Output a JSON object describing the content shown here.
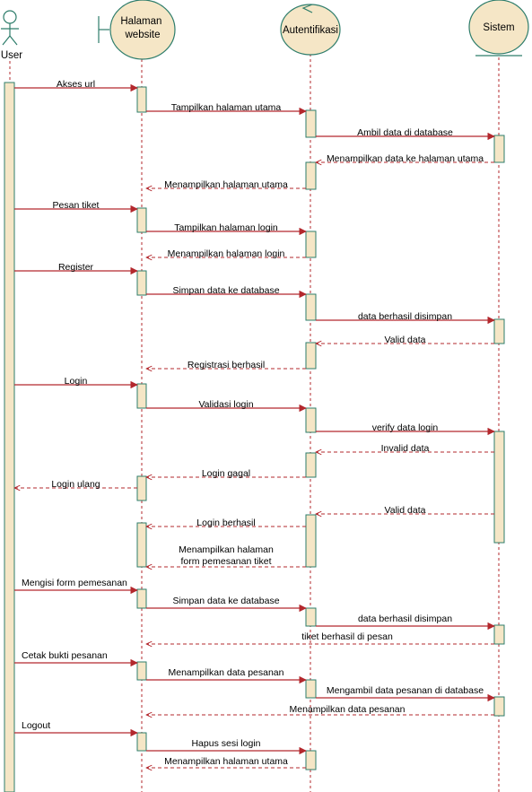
{
  "participants": [
    {
      "id": "user",
      "label": "User",
      "kind": "actor"
    },
    {
      "id": "web",
      "label": "Halaman website",
      "kind": "boundary"
    },
    {
      "id": "auth",
      "label": "Autentifikasi",
      "kind": "control"
    },
    {
      "id": "sys",
      "label": "Sistem",
      "kind": "entity"
    }
  ],
  "messages": [
    {
      "from": "user",
      "to": "web",
      "label": "Akses url",
      "kind": "sync"
    },
    {
      "from": "web",
      "to": "auth",
      "label": "Tampilkan halaman utama",
      "kind": "sync"
    },
    {
      "from": "auth",
      "to": "sys",
      "label": "Ambil data di database",
      "kind": "sync"
    },
    {
      "from": "sys",
      "to": "auth",
      "label": "Menampilkan data ke halaman utama",
      "kind": "return"
    },
    {
      "from": "auth",
      "to": "web",
      "label": "Menampilkan halaman utama",
      "kind": "return"
    },
    {
      "from": "user",
      "to": "web",
      "label": "Pesan tiket",
      "kind": "sync"
    },
    {
      "from": "web",
      "to": "auth",
      "label": "Tampilkan halaman login",
      "kind": "sync"
    },
    {
      "from": "auth",
      "to": "web",
      "label": "Menampilkan halaman login",
      "kind": "return"
    },
    {
      "from": "user",
      "to": "web",
      "label": "Register",
      "kind": "sync"
    },
    {
      "from": "web",
      "to": "auth",
      "label": "Simpan data ke database",
      "kind": "sync"
    },
    {
      "from": "auth",
      "to": "sys",
      "label": "data berhasil disimpan",
      "kind": "sync"
    },
    {
      "from": "sys",
      "to": "auth",
      "label": "Valid data",
      "kind": "return"
    },
    {
      "from": "auth",
      "to": "web",
      "label": "Registrasi berhasil",
      "kind": "return"
    },
    {
      "from": "user",
      "to": "web",
      "label": "Login",
      "kind": "sync"
    },
    {
      "from": "web",
      "to": "auth",
      "label": "Validasi login",
      "kind": "sync"
    },
    {
      "from": "auth",
      "to": "sys",
      "label": "verify data login",
      "kind": "sync"
    },
    {
      "from": "sys",
      "to": "auth",
      "label": "Invalid data",
      "kind": "return"
    },
    {
      "from": "auth",
      "to": "web",
      "label": "Login gagal",
      "kind": "return"
    },
    {
      "from": "web",
      "to": "user",
      "label": "Login ulang",
      "kind": "return"
    },
    {
      "from": "sys",
      "to": "auth",
      "label": "Valid data",
      "kind": "return"
    },
    {
      "from": "auth",
      "to": "web",
      "label": "Login berhasil",
      "kind": "return"
    },
    {
      "from": "auth",
      "to": "web",
      "label": "Menampilkan halaman\nform pemesanan tiket",
      "kind": "return"
    },
    {
      "from": "user",
      "to": "web",
      "label": "Mengisi form pemesanan",
      "kind": "sync"
    },
    {
      "from": "web",
      "to": "auth",
      "label": "Simpan data ke database",
      "kind": "sync"
    },
    {
      "from": "auth",
      "to": "sys",
      "label": "data berhasil disimpan",
      "kind": "sync"
    },
    {
      "from": "sys",
      "to": "web",
      "label": "tiket berhasil di pesan",
      "kind": "return"
    },
    {
      "from": "user",
      "to": "web",
      "label": "Cetak bukti pesanan",
      "kind": "sync"
    },
    {
      "from": "web",
      "to": "auth",
      "label": "Menampilkan data pesanan",
      "kind": "sync"
    },
    {
      "from": "auth",
      "to": "sys",
      "label": "Mengambil data pesanan di database",
      "kind": "sync"
    },
    {
      "from": "sys",
      "to": "web",
      "label": "Menampilkan data pesanan",
      "kind": "return"
    },
    {
      "from": "user",
      "to": "web",
      "label": "Logout",
      "kind": "sync"
    },
    {
      "from": "web",
      "to": "auth",
      "label": "Hapus sesi login",
      "kind": "sync"
    },
    {
      "from": "auth",
      "to": "web",
      "label": "Menampilkan halaman utama",
      "kind": "return"
    }
  ],
  "colors": {
    "line": "#b3282d",
    "activation_fill": "#f5e6c6",
    "activation_stroke": "#2e7d6b"
  }
}
